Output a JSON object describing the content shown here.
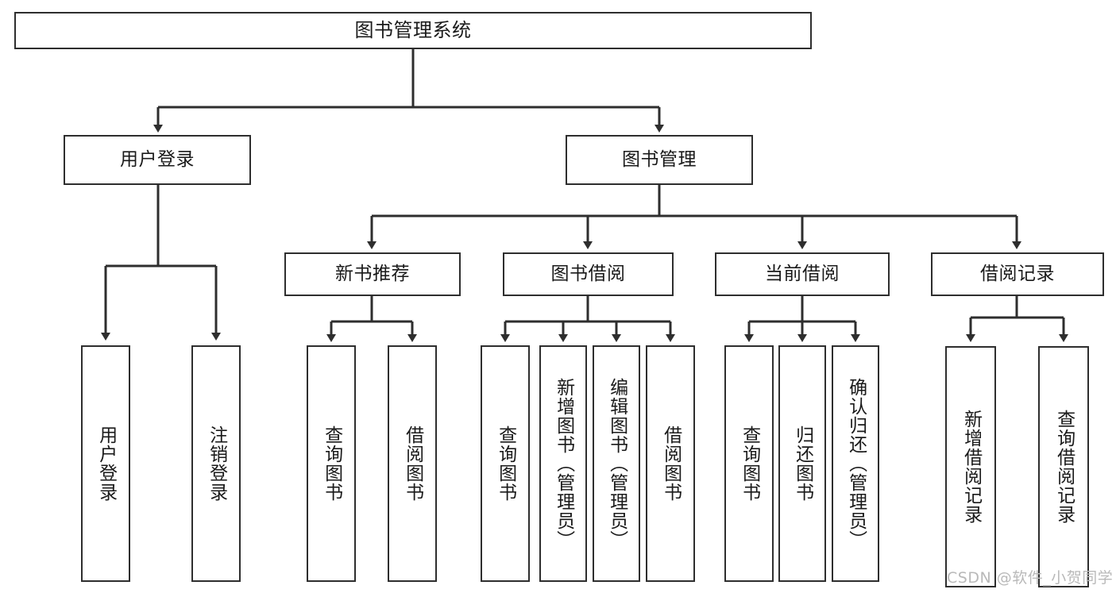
{
  "diagram": {
    "title": "图书管理系统",
    "type": "tree-hierarchy-diagram",
    "stroke_color": "#2e2e2e",
    "background_color": "#ffffff",
    "nodes": {
      "root": {
        "label": "图书管理系统"
      },
      "level2": [
        {
          "label": "用户登录"
        },
        {
          "label": "图书管理"
        }
      ],
      "level3": [
        {
          "label": "新书推荐"
        },
        {
          "label": "图书借阅"
        },
        {
          "label": "当前借阅"
        },
        {
          "label": "借阅记录"
        }
      ],
      "leaves": {
        "user_login": [
          {
            "label": "用户登录"
          },
          {
            "label": "注销登录"
          }
        ],
        "new_book_recommend": [
          {
            "label": "查询图书"
          },
          {
            "label": "借阅图书"
          }
        ],
        "book_borrow": [
          {
            "label": "查询图书"
          },
          {
            "label": "新增图书（管理员）"
          },
          {
            "label": "编辑图书（管理员）"
          },
          {
            "label": "借阅图书"
          }
        ],
        "current_borrow": [
          {
            "label": "查询图书"
          },
          {
            "label": "归还图书"
          },
          {
            "label": "确认归还（管理员）"
          }
        ],
        "borrow_record": [
          {
            "label": "新增借阅记录"
          },
          {
            "label": "查询借阅记录"
          }
        ]
      }
    },
    "watermark": "CSDN @软件_小贺同学"
  }
}
